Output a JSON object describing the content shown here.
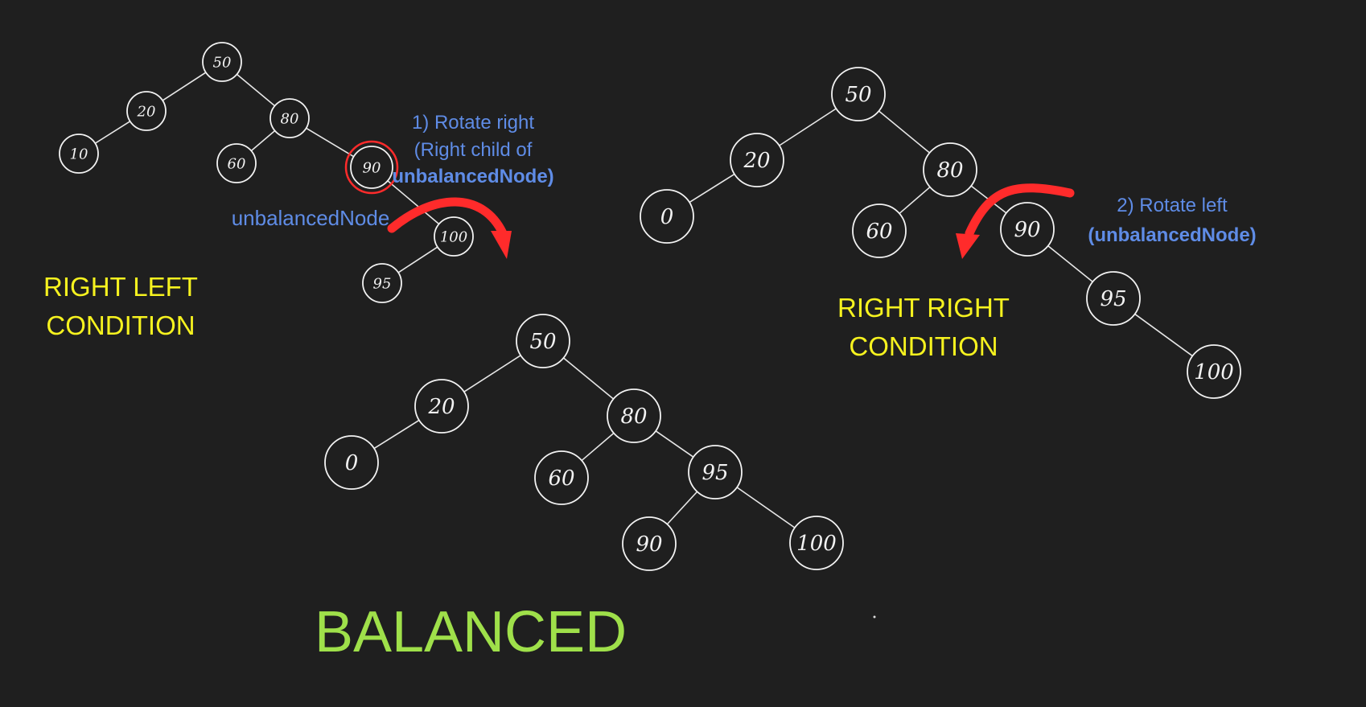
{
  "colors": {
    "background": "#1f1f1f",
    "node_stroke": "#f2f2f2",
    "edge": "#e6e6e6",
    "condition_label": "#f6f21f",
    "step_label": "#5f8ce6",
    "arrow": "#ff2b2b",
    "highlight": "#ff2b2b",
    "balanced_label": "#9fe04a"
  },
  "icons": {
    "rotate_right_arrow": "curved-arrow-right-icon",
    "rotate_left_arrow": "curved-arrow-left-icon"
  },
  "trees": [
    {
      "id": "right-left",
      "nodes": [
        {
          "id": "n50",
          "label": "50"
        },
        {
          "id": "n20",
          "label": "20"
        },
        {
          "id": "n80",
          "label": "80"
        },
        {
          "id": "n10",
          "label": "10"
        },
        {
          "id": "n60",
          "label": "60"
        },
        {
          "id": "n90",
          "label": "90"
        },
        {
          "id": "n100",
          "label": "100"
        },
        {
          "id": "n95",
          "label": "95"
        }
      ],
      "edges": [
        [
          "n50",
          "n20"
        ],
        [
          "n50",
          "n80"
        ],
        [
          "n20",
          "n10"
        ],
        [
          "n80",
          "n60"
        ],
        [
          "n80",
          "n90"
        ],
        [
          "n90",
          "n100"
        ],
        [
          "n100",
          "n95"
        ]
      ],
      "highlighted": "n90"
    },
    {
      "id": "right-right",
      "nodes": [
        {
          "id": "n50",
          "label": "50"
        },
        {
          "id": "n20",
          "label": "20"
        },
        {
          "id": "n80",
          "label": "80"
        },
        {
          "id": "n0",
          "label": "0"
        },
        {
          "id": "n60",
          "label": "60"
        },
        {
          "id": "n90",
          "label": "90"
        },
        {
          "id": "n95",
          "label": "95"
        },
        {
          "id": "n100",
          "label": "100"
        }
      ],
      "edges": [
        [
          "n50",
          "n20"
        ],
        [
          "n50",
          "n80"
        ],
        [
          "n20",
          "n0"
        ],
        [
          "n80",
          "n60"
        ],
        [
          "n80",
          "n90"
        ],
        [
          "n90",
          "n95"
        ],
        [
          "n95",
          "n100"
        ]
      ]
    },
    {
      "id": "balanced",
      "nodes": [
        {
          "id": "n50",
          "label": "50"
        },
        {
          "id": "n20",
          "label": "20"
        },
        {
          "id": "n80",
          "label": "80"
        },
        {
          "id": "n0",
          "label": "0"
        },
        {
          "id": "n60",
          "label": "60"
        },
        {
          "id": "n95",
          "label": "95"
        },
        {
          "id": "n90",
          "label": "90"
        },
        {
          "id": "n100",
          "label": "100"
        }
      ],
      "edges": [
        [
          "n50",
          "n20"
        ],
        [
          "n50",
          "n80"
        ],
        [
          "n20",
          "n0"
        ],
        [
          "n80",
          "n60"
        ],
        [
          "n80",
          "n95"
        ],
        [
          "n95",
          "n90"
        ],
        [
          "n95",
          "n100"
        ]
      ]
    }
  ],
  "labels": {
    "right_left_line1": "RIGHT LEFT",
    "right_left_line2": "CONDITION",
    "right_right_line1": "RIGHT RIGHT",
    "right_right_line2": "CONDITION",
    "unbalanced_node": "unbalancedNode",
    "step1_line1": "1) Rotate right",
    "step1_line2": "(Right child of",
    "step1_line3": "unbalancedNode)",
    "step2_line1": "2) Rotate left",
    "step2_line2": "(unbalancedNode)",
    "balanced": "BALANCED"
  }
}
